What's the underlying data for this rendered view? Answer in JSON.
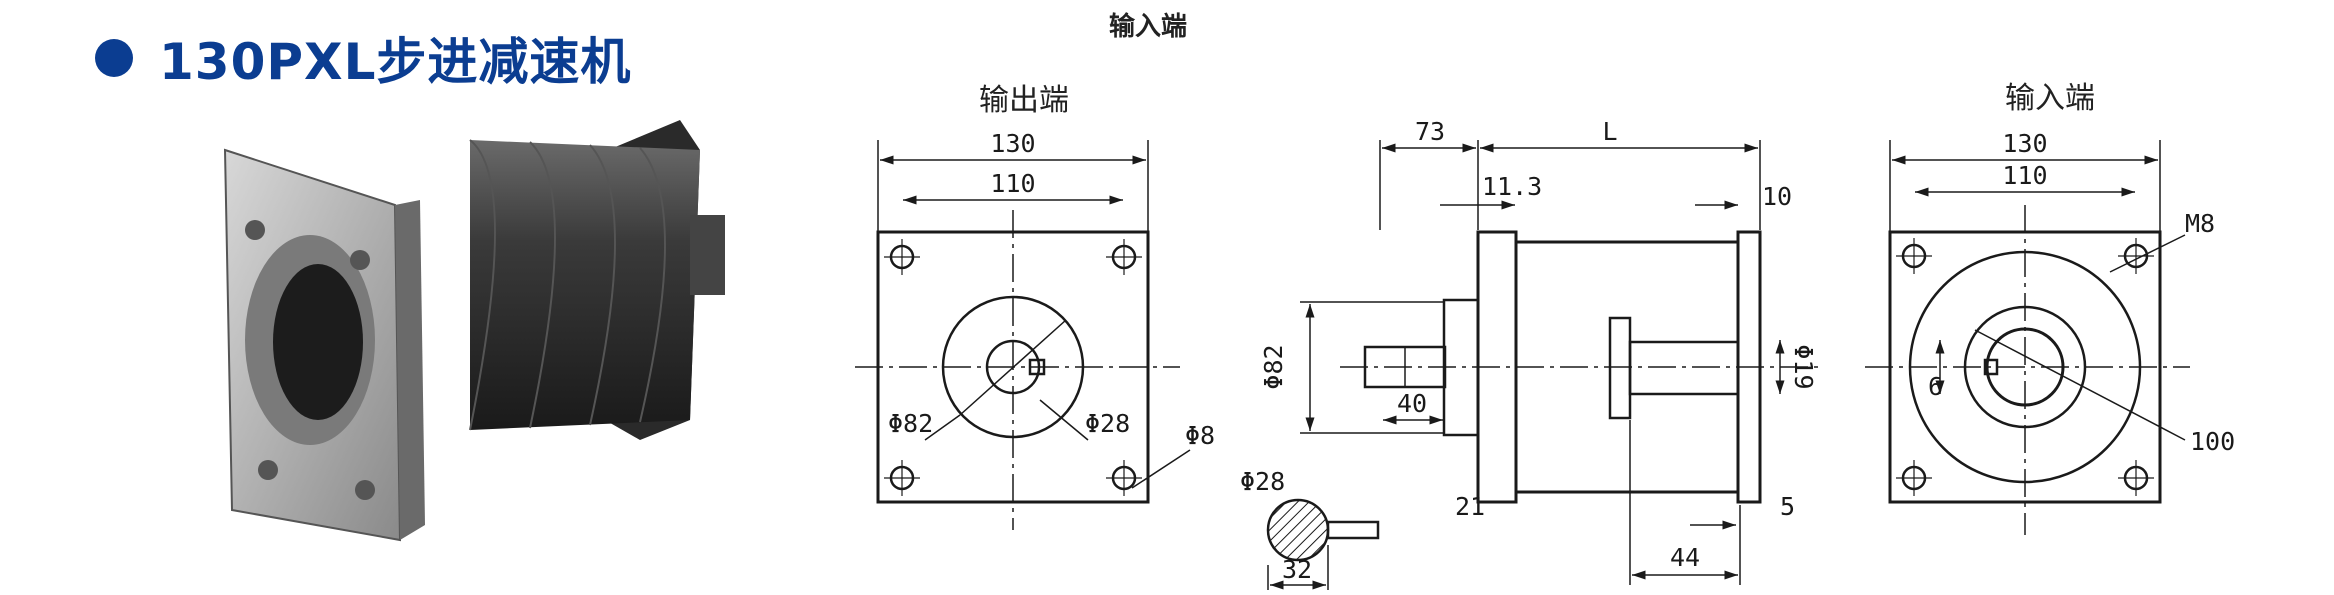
{
  "title": "130PXL步进减速机",
  "colors": {
    "accent": "#0b3d91",
    "line": "#1a1a1a"
  },
  "top_label": "输入端",
  "front_view": {
    "heading": "输出端",
    "dim_outer": "130",
    "dim_hole": "110",
    "dia_pilot": "Φ82",
    "dia_shaft": "Φ28",
    "dia_hole": "Φ8"
  },
  "side_view": {
    "dim_shaft_len": "73",
    "dim_body": "L",
    "dim_flange": "11.3",
    "dim_end": "10",
    "dia_pilot": "Φ82",
    "dim_key": "40",
    "dim_21": "21",
    "dim_5": "5",
    "dim_44": "44",
    "dia_input": "Φ19"
  },
  "shaft_section": {
    "dia": "Φ28",
    "dim": "32"
  },
  "rear_view": {
    "heading": "输入端",
    "dim_outer": "130",
    "dim_hole": "110",
    "thread": "M8",
    "dim_6": "6",
    "dim_100": "100"
  }
}
